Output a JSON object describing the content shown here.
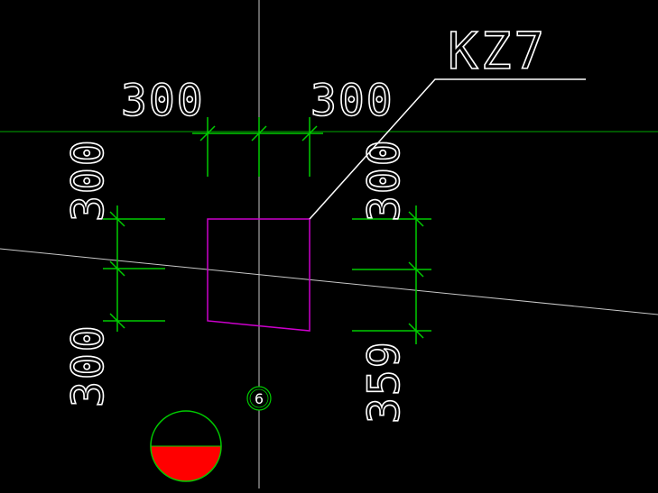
{
  "drawing": {
    "column_tag": "KZ7",
    "axis_number": "6",
    "dimensions": {
      "top_left": "300",
      "top_right": "300",
      "left_upper": "300",
      "left_lower": "300",
      "right_upper": "300",
      "right_lower": "359"
    },
    "colors": {
      "background": "#000000",
      "dimension_lines": "#00cc00",
      "grid_line_horizontal": "#00aa00",
      "column_outline": "#cc00cc",
      "axis_lines": "#c8c8c8",
      "leader": "#ffffff",
      "text": "#ffffff",
      "section_fill": "#ff0000"
    }
  }
}
